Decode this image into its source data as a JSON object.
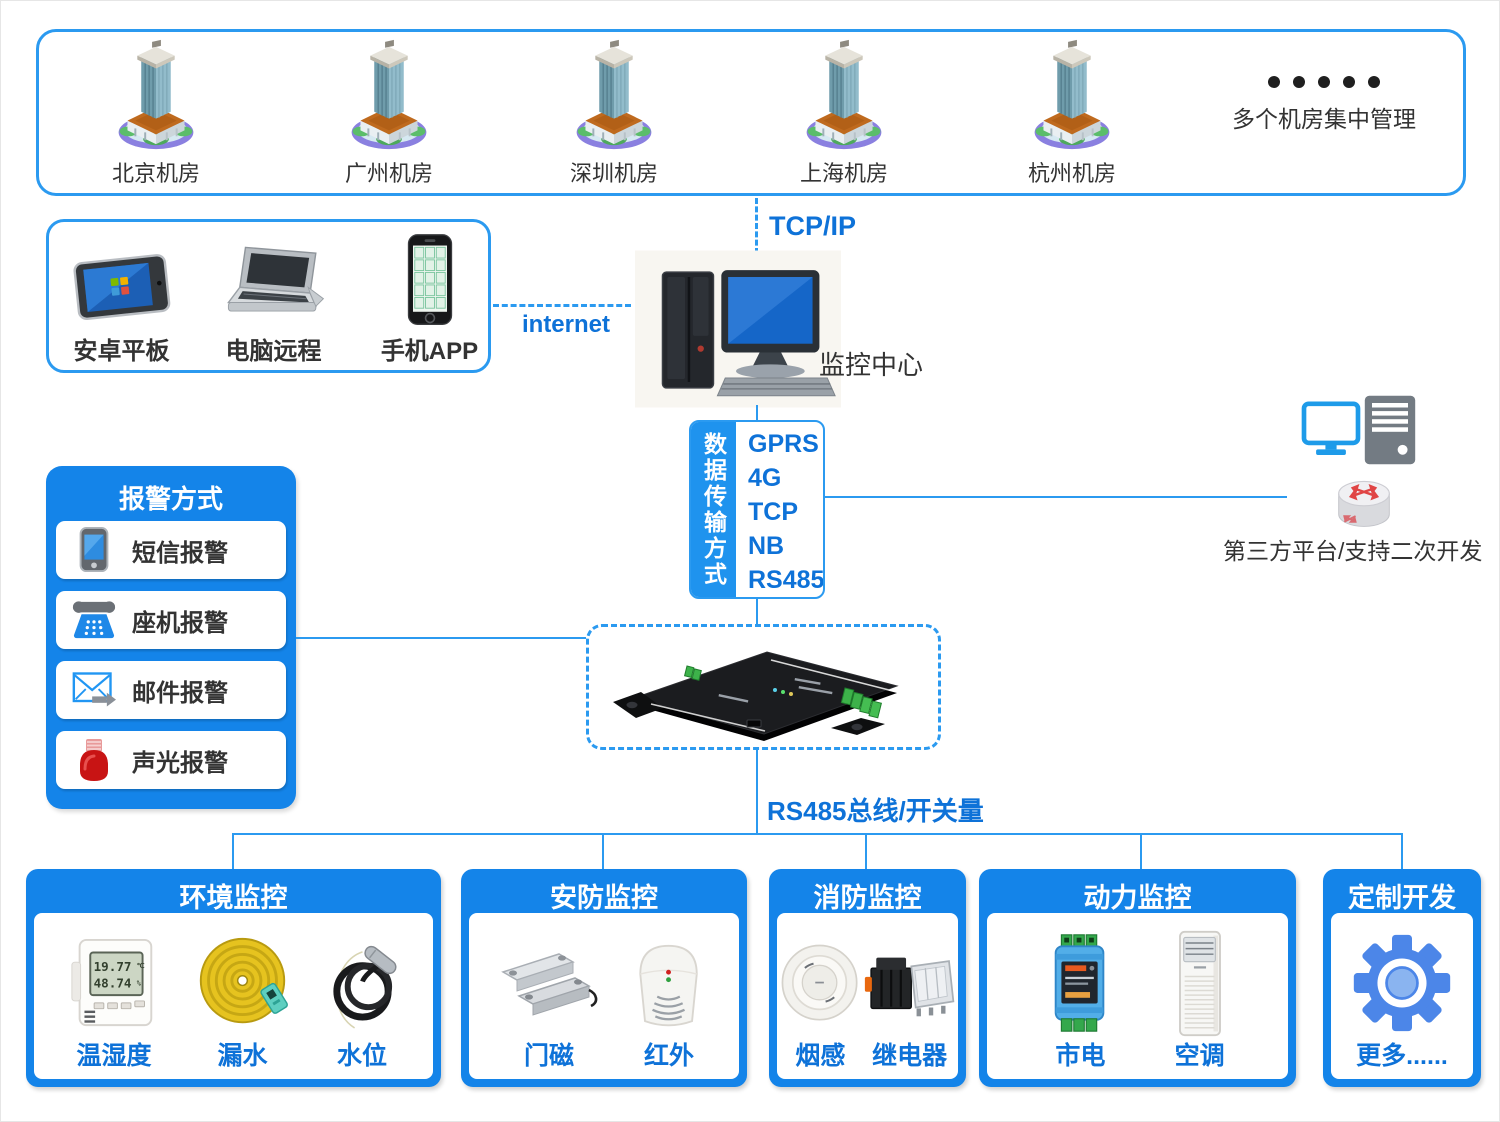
{
  "top": {
    "rooms": [
      {
        "label": "北京机房"
      },
      {
        "label": "广州机房"
      },
      {
        "label": "深圳机房"
      },
      {
        "label": "上海机房"
      },
      {
        "label": "杭州机房"
      }
    ],
    "more_label": "多个机房集中管理"
  },
  "clients": {
    "items": [
      {
        "label": "安卓平板"
      },
      {
        "label": "电脑远程"
      },
      {
        "label": "手机APP"
      }
    ],
    "internet_label": "internet"
  },
  "center": {
    "tcpip_label": "TCP/IP",
    "monitor_label": "监控中心",
    "transmission_title": "数据传输方式",
    "transmission_modes": [
      "GPRS",
      "4G",
      "TCP",
      "NB",
      "RS485"
    ],
    "rs485_label": "RS485总线/开关量"
  },
  "third_party": {
    "label": "第三方平台/支持二次开发"
  },
  "alarm": {
    "title": "报警方式",
    "items": [
      {
        "label": "短信报警"
      },
      {
        "label": "座机报警"
      },
      {
        "label": "邮件报警"
      },
      {
        "label": "声光报警"
      }
    ]
  },
  "categories": [
    {
      "title": "环境监控",
      "items": [
        {
          "label": "温湿度"
        },
        {
          "label": "漏水"
        },
        {
          "label": "水位"
        }
      ]
    },
    {
      "title": "安防监控",
      "items": [
        {
          "label": "门磁"
        },
        {
          "label": "红外"
        }
      ]
    },
    {
      "title": "消防监控",
      "items": [
        {
          "label": "烟感"
        },
        {
          "label": "继电器"
        }
      ]
    },
    {
      "title": "动力监控",
      "items": [
        {
          "label": "市电"
        },
        {
          "label": "空调"
        }
      ]
    },
    {
      "title": "定制开发",
      "items": [
        {
          "label": "更多......"
        }
      ]
    }
  ],
  "sensor_lcd": {
    "temp": "19.77",
    "temp_unit": "℃",
    "hum": "48.74",
    "hum_unit": "%"
  },
  "colors": {
    "accent": "#1484e9",
    "line": "#2b9af0",
    "text_blue": "#0e72d8",
    "dark_text": "#333333"
  }
}
